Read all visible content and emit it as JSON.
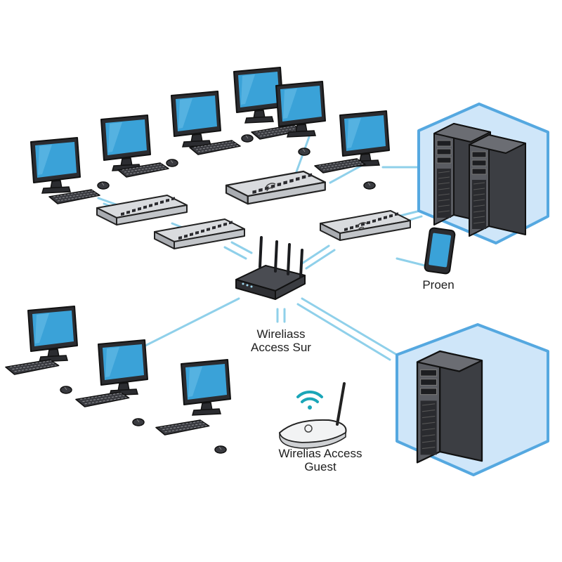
{
  "labels": {
    "phone": "Proen",
    "center_ap": {
      "line1": "Wireliass",
      "line2": "Access Sur"
    },
    "guest_ap": {
      "line1": "Wirelias Access",
      "line2": "Guest"
    }
  },
  "colors": {
    "screen": "#3aa2d8",
    "link": "#8fd0ea",
    "server_box": "#cfe6f9",
    "server_box_edge": "#55a8e0",
    "device_dark": "#2e2f33",
    "switch": "#c9ccd0"
  },
  "icons": [
    "monitor-icon",
    "keyboard-icon",
    "mouse-icon",
    "switch-icon",
    "router-icon",
    "wireless-ap-icon",
    "wifi-signal-icon",
    "server-icon",
    "smartphone-icon"
  ]
}
